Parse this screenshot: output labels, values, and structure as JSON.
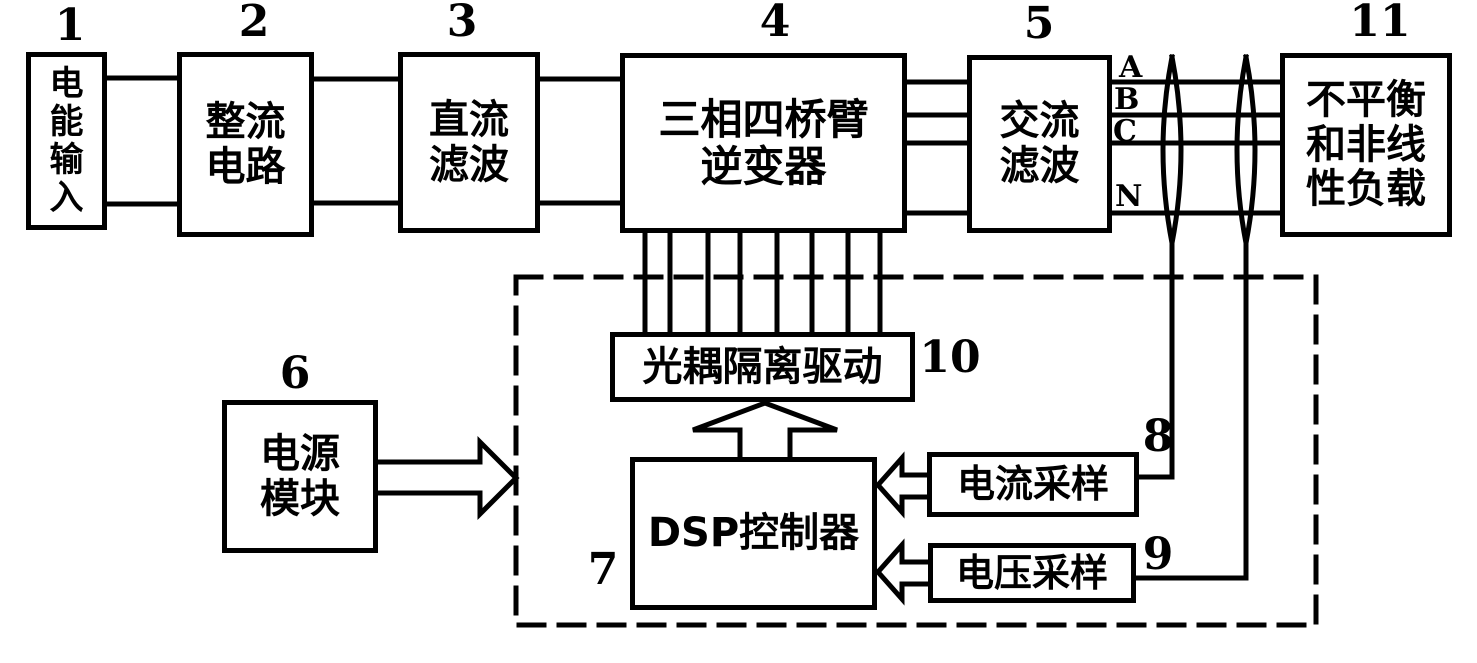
{
  "diagram": {
    "type": "block-diagram",
    "description": "Three-phase four-leg inverter power system with DSP control",
    "ink_color": "#000000",
    "paper_color": "#ffffff",
    "blocks": {
      "power_input": {
        "number": "1",
        "label": "电能输入"
      },
      "rectifier": {
        "number": "2",
        "label": "整流电路"
      },
      "dc_filter": {
        "number": "3",
        "label": "直流滤波"
      },
      "inverter": {
        "number": "4",
        "label": "三相四桥臂逆变器"
      },
      "ac_filter": {
        "number": "5",
        "label": "交流滤波"
      },
      "power_module": {
        "number": "6",
        "label": "电源模块"
      },
      "dsp_controller": {
        "number": "7",
        "label": "DSP控制器"
      },
      "current_sampling": {
        "number": "8",
        "label": "电流采样"
      },
      "voltage_sampling": {
        "number": "9",
        "label": "电压采样"
      },
      "opto_driver": {
        "number": "10",
        "label": "光耦隔离驱动"
      },
      "load": {
        "number": "11",
        "label": "不平衡和非线性负载"
      }
    },
    "wire_labels": {
      "phase_a": "A",
      "phase_b": "B",
      "phase_c": "C",
      "neutral": "N"
    }
  }
}
